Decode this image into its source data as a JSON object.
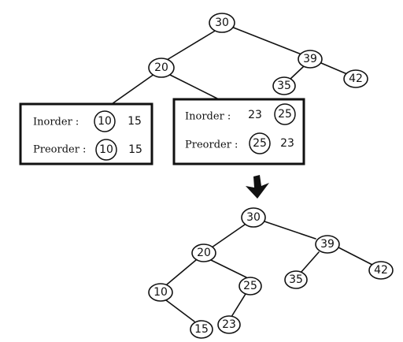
{
  "top_tree": {
    "nodes": [
      {
        "id": "30",
        "label": "30"
      },
      {
        "id": "20",
        "label": "20"
      },
      {
        "id": "39",
        "label": "39"
      },
      {
        "id": "35",
        "label": "35"
      },
      {
        "id": "42",
        "label": "42"
      }
    ]
  },
  "left_box": {
    "inorder_label": "Inorder :",
    "inorder_values": [
      "10",
      "15"
    ],
    "preorder_label": "Preorder :",
    "preorder_values": [
      "10",
      "15"
    ]
  },
  "right_box": {
    "inorder_label": "Inorder :",
    "inorder_values": [
      "23",
      "25"
    ],
    "preorder_label": "Preorder :",
    "preorder_values": [
      "25",
      "23"
    ]
  },
  "bottom_tree": {
    "nodes": [
      {
        "id": "30",
        "label": "30"
      },
      {
        "id": "20",
        "label": "20"
      },
      {
        "id": "39",
        "label": "39"
      },
      {
        "id": "10",
        "label": "10"
      },
      {
        "id": "25",
        "label": "25"
      },
      {
        "id": "35",
        "label": "35"
      },
      {
        "id": "42",
        "label": "42"
      },
      {
        "id": "15",
        "label": "15"
      },
      {
        "id": "23",
        "label": "23"
      }
    ]
  }
}
